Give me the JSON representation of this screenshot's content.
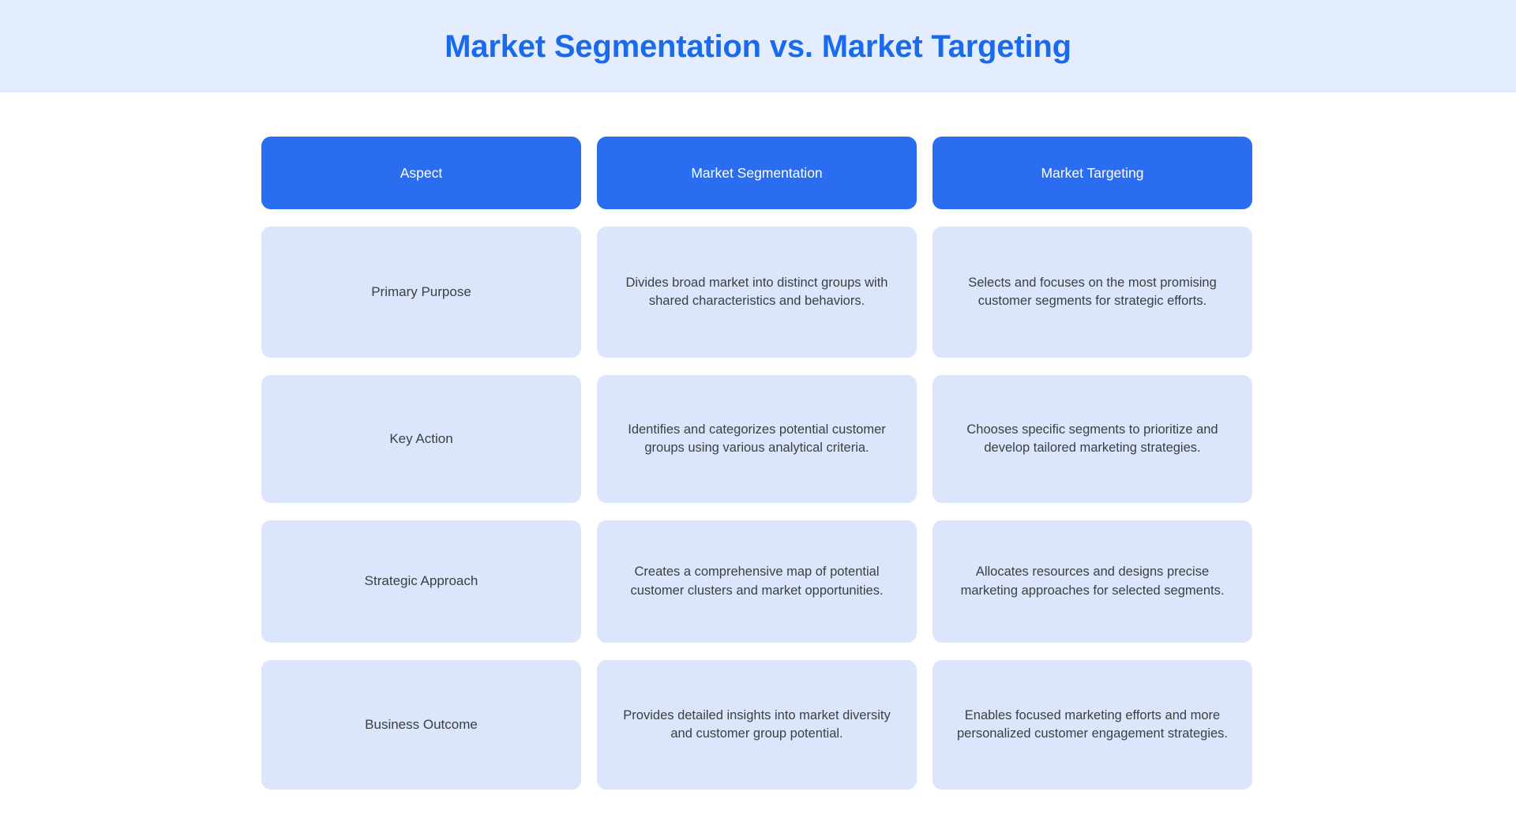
{
  "banner": {
    "title": "Market Segmentation vs. Market Targeting",
    "background_color": "#e4edfd",
    "title_color": "#1a6aee"
  },
  "theme": {
    "header_cell_color": "#2a6df0",
    "header_text_color": "#ffffff",
    "body_cell_color": "#dbe6fd",
    "body_text_color": "#3c4043",
    "page_background": "#ffffff"
  },
  "table": {
    "columns": [
      {
        "label": "Aspect"
      },
      {
        "label": "Market Segmentation"
      },
      {
        "label": "Market Targeting"
      }
    ],
    "rows": [
      {
        "aspect": "Primary Purpose",
        "segmentation": "Divides broad market into distinct groups with shared characteristics and behaviors.",
        "targeting": "Selects and focuses on the most promising customer segments for strategic efforts."
      },
      {
        "aspect": "Key Action",
        "segmentation": "Identifies and categorizes potential customer groups using various analytical criteria.",
        "targeting": "Chooses specific segments to prioritize and develop tailored marketing strategies."
      },
      {
        "aspect": "Strategic Approach",
        "segmentation": "Creates a comprehensive map of potential customer clusters and market opportunities.",
        "targeting": "Allocates resources and designs precise marketing approaches for selected segments."
      },
      {
        "aspect": "Business Outcome",
        "segmentation": "Provides detailed insights into market diversity and customer group potential.",
        "targeting": "Enables focused marketing efforts and more personalized customer engagement strategies."
      }
    ]
  }
}
